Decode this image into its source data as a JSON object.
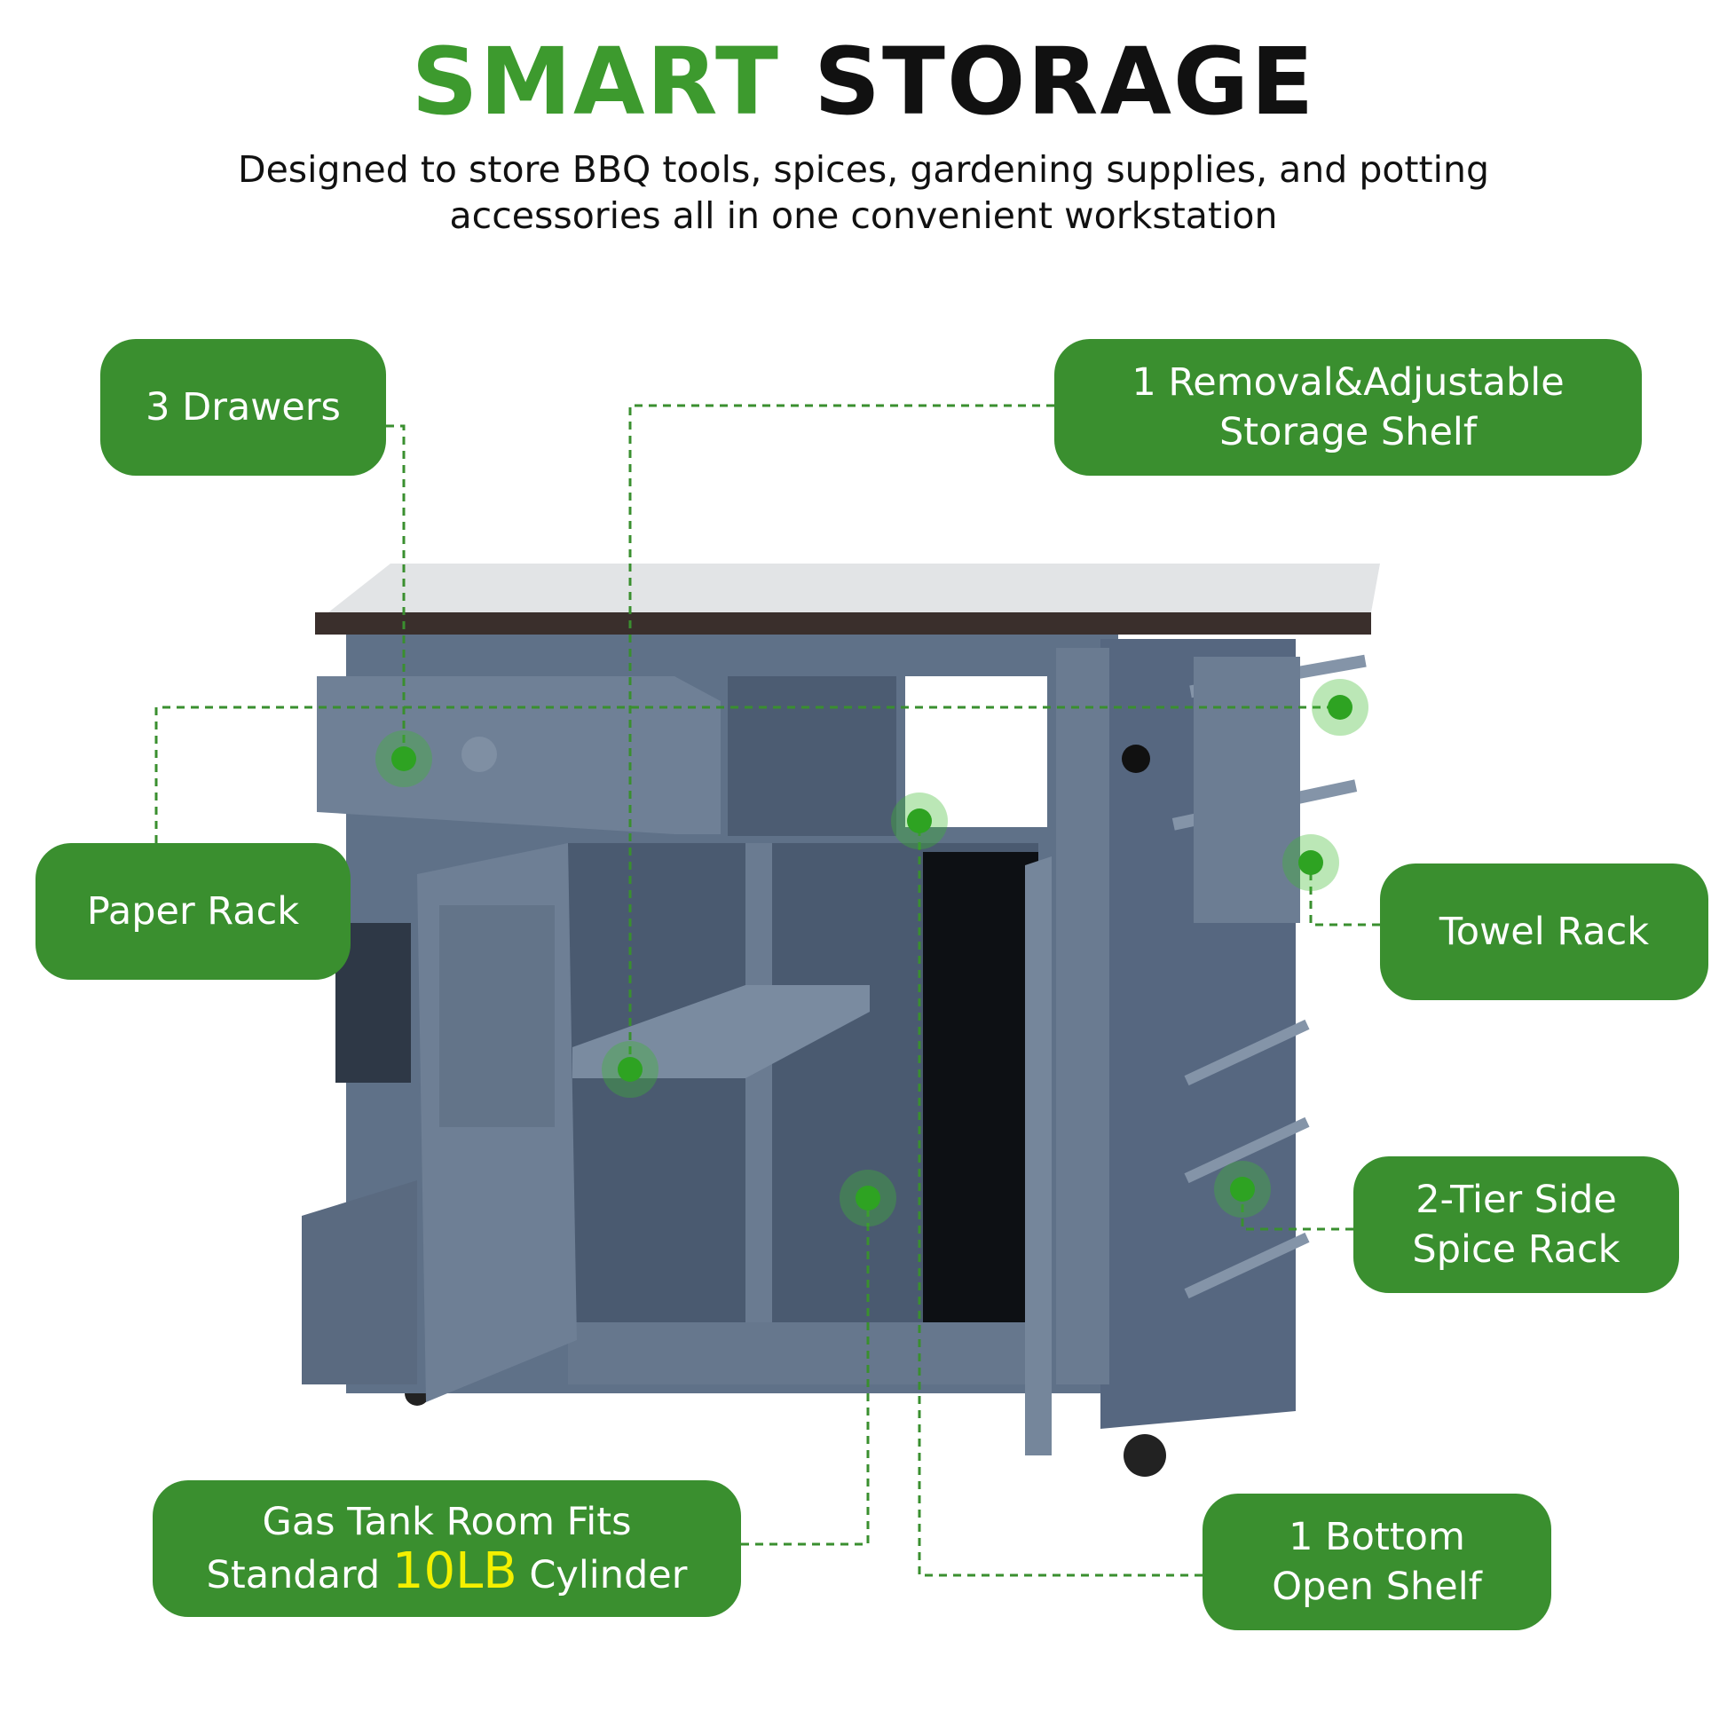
{
  "header": {
    "title_green": "SMART",
    "title_dark": "STORAGE",
    "subtitle_line1": "Designed to store BBQ tools, spices, gardening supplies, and potting",
    "subtitle_line2": "accessories all in one convenient workstation"
  },
  "callouts": {
    "drawers": "3 Drawers",
    "shelf_line1": "1 Removal&Adjustable",
    "shelf_line2": "Storage Shelf",
    "paper_rack": "Paper Rack",
    "towel_rack": "Towel Rack",
    "spice_line1": "2-Tier Side",
    "spice_line2": "Spice Rack",
    "gas_line1": "Gas Tank Room Fits",
    "gas_line2_pre": "Standard",
    "gas_line2_highlight": "10LB",
    "gas_line2_post": "Cylinder",
    "bottom_line1": "1 Bottom",
    "bottom_line2": "Open Shelf"
  },
  "colors": {
    "accent_green": "#3a8f2f",
    "title_green": "#3d9a2e",
    "highlight_yellow": "#f4f000",
    "cabinet_blue": "#5f7188"
  }
}
